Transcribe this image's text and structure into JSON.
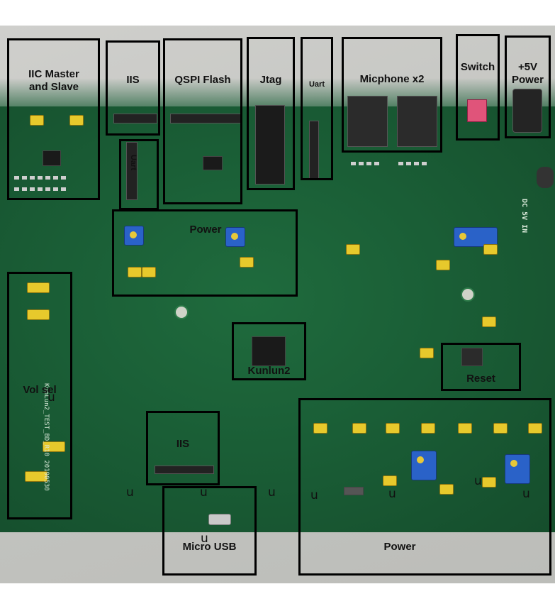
{
  "labels": {
    "iic": "IIC Master\nand Slave",
    "iis_top": "IIS",
    "qspi": "QSPI Flash",
    "jtag": "Jtag",
    "uart_top": "Uart",
    "uart_side": "Uart",
    "mic": "Micphone x2",
    "switch": "Switch",
    "power5v": "+5V\nPower",
    "power_mid": "Power",
    "vol_sel": "Vol sel",
    "kunlun": "Kunlun2",
    "reset": "Reset",
    "iis_bottom": "IIS",
    "micro_usb": "Micro USB",
    "power_bottom": "Power"
  },
  "u_marks": [
    "u",
    "u",
    "u",
    "u",
    "u",
    "u",
    "u",
    "u",
    "u"
  ],
  "silkscreen": {
    "board_name": "KunLun2_TEST_BD_R10 20190530",
    "dc_in": "DC 5V IN"
  },
  "colors": {
    "pcb_green": "#1a5e36",
    "jumper_yellow": "#e7c92c",
    "pot_blue": "#2a62c8",
    "box_border": "#000000"
  }
}
